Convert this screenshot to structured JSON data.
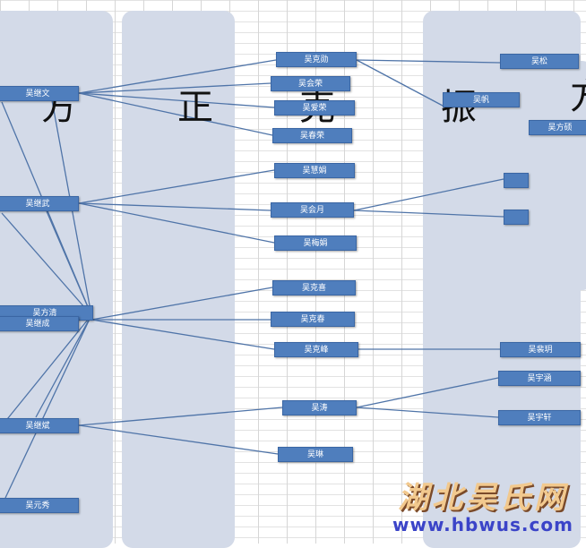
{
  "columns": [
    {
      "title": "方"
    },
    {
      "title": "正"
    },
    {
      "title": "克"
    },
    {
      "title": "振"
    },
    {
      "title": "方"
    }
  ],
  "nodes": {
    "jiwen": "吴继文",
    "jiwu": "吴继武",
    "fangqing": "吴方清",
    "jicheng": "吴继成",
    "jibin": "吴继斌",
    "yuanxiu": "吴元秀",
    "kexun": "吴克勋",
    "hui_rong": "吴会荣",
    "ai_rong": "吴爱荣",
    "chun_rong": "吴春荣",
    "meijuan": "吴慧娟",
    "huiyue": "吴会月",
    "meijuan2": "吴梅娟",
    "kexi": "吴克喜",
    "kechun": "吴克春",
    "kefeng": "吴克峰",
    "tao": "吴涛",
    "lin": "吴琳",
    "zhen_a": "吴松",
    "zhen_b": "吴帆",
    "fangshuo": "吴方硕",
    "blank1": "",
    "blank2": "",
    "qiming": "吴裴玥",
    "yuhan": "吴宇涵",
    "yuxuan": "吴宇轩"
  },
  "watermark": {
    "cn": "湖北吴氏网",
    "url": "www.hbwus.com"
  },
  "colors": {
    "column_bg": "#d3dae8",
    "node_bg": "#4f7ebd",
    "edge": "#4f74a8",
    "watermark_cn": "#f2c98e",
    "watermark_url": "#3b44c8"
  }
}
